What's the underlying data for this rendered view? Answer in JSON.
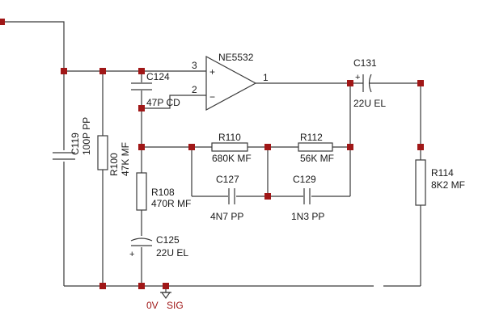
{
  "opamp": {
    "name": "NE5532",
    "pin_noninv": "3",
    "pin_inv": "2",
    "pin_out": "1",
    "plus": "+",
    "minus": "−"
  },
  "c124": {
    "ref": "C124",
    "value": "47P CD"
  },
  "c131": {
    "ref": "C131",
    "value": "22U EL",
    "polarity": "+"
  },
  "c119": {
    "ref": "C119",
    "value": "100P PP"
  },
  "r100": {
    "ref": "R100",
    "value": "47K MF"
  },
  "r110": {
    "ref": "R110",
    "value": "680K MF"
  },
  "r112": {
    "ref": "R112",
    "value": "56K MF"
  },
  "r108": {
    "ref": "R108",
    "value": "470R MF"
  },
  "c127": {
    "ref": "C127",
    "value": "4N7 PP"
  },
  "c129": {
    "ref": "C129",
    "value": "1N3 PP"
  },
  "r114": {
    "ref": "R114",
    "value": "8K2 MF"
  },
  "c125": {
    "ref": "C125",
    "value": "22U EL",
    "polarity": "+"
  },
  "ground": {
    "label_0v": "0V",
    "label_sig": "SIG"
  },
  "colors": {
    "wire": "#3a3a3a",
    "junction": "#a01717",
    "ground_label": "#a01717"
  }
}
